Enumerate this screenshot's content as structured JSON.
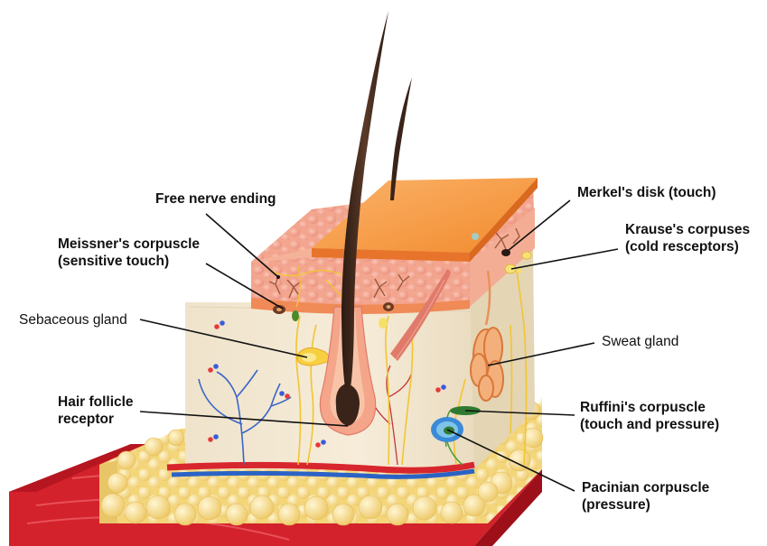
{
  "labels": {
    "free_nerve_ending": "Free nerve ending",
    "meissner_line1": "Meissner's corpuscle",
    "meissner_line2": "(sensitive touch)",
    "sebaceous_gland": "Sebaceous gland",
    "hair_follicle_line1": "Hair follicle",
    "hair_follicle_line2": "receptor",
    "merkel_disk": "Merkel's disk (touch)",
    "krause_line1": "Krause's corpuses",
    "krause_line2": "(cold resceptors)",
    "sweat_gland": "Sweat gland",
    "ruffini_line1": "Ruffini's corpuscle",
    "ruffini_line2": "(touch and pressure)",
    "pacinian_line1": "Pacinian corpuscle",
    "pacinian_line2": "(pressure)"
  },
  "colors": {
    "epidermis": "#f4a27e",
    "stratum_corneum": "#f59a46",
    "dermis": "#f3e6cf",
    "fat": "#f7dc8a",
    "muscle": "#c8202a",
    "hair": "#3a2419",
    "nerve": "#f2c531",
    "artery": "#d8262e",
    "vein": "#2a62c6"
  }
}
